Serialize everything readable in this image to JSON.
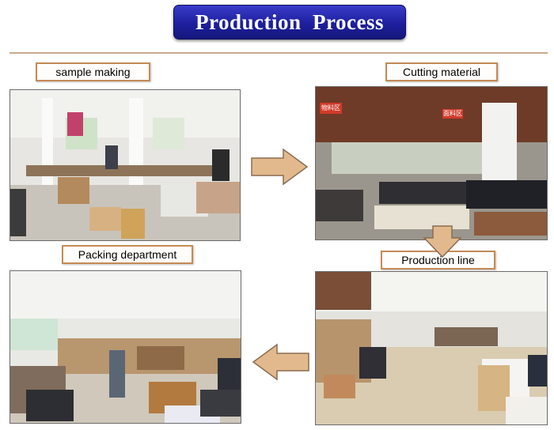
{
  "title": "Production  Process",
  "steps": [
    {
      "label": "sample making"
    },
    {
      "label": "Cutting material"
    },
    {
      "label": "Production line"
    },
    {
      "label": "Packing department"
    }
  ],
  "photo_signs": {
    "sign_left": "物料区",
    "sign_right": "面料区"
  },
  "colors": {
    "banner": "#1d1f9e",
    "label_border": "#c58a55",
    "arrow_fill": "#e2b98c",
    "arrow_stroke": "#8a6d52",
    "rule": "#c9a98a"
  }
}
